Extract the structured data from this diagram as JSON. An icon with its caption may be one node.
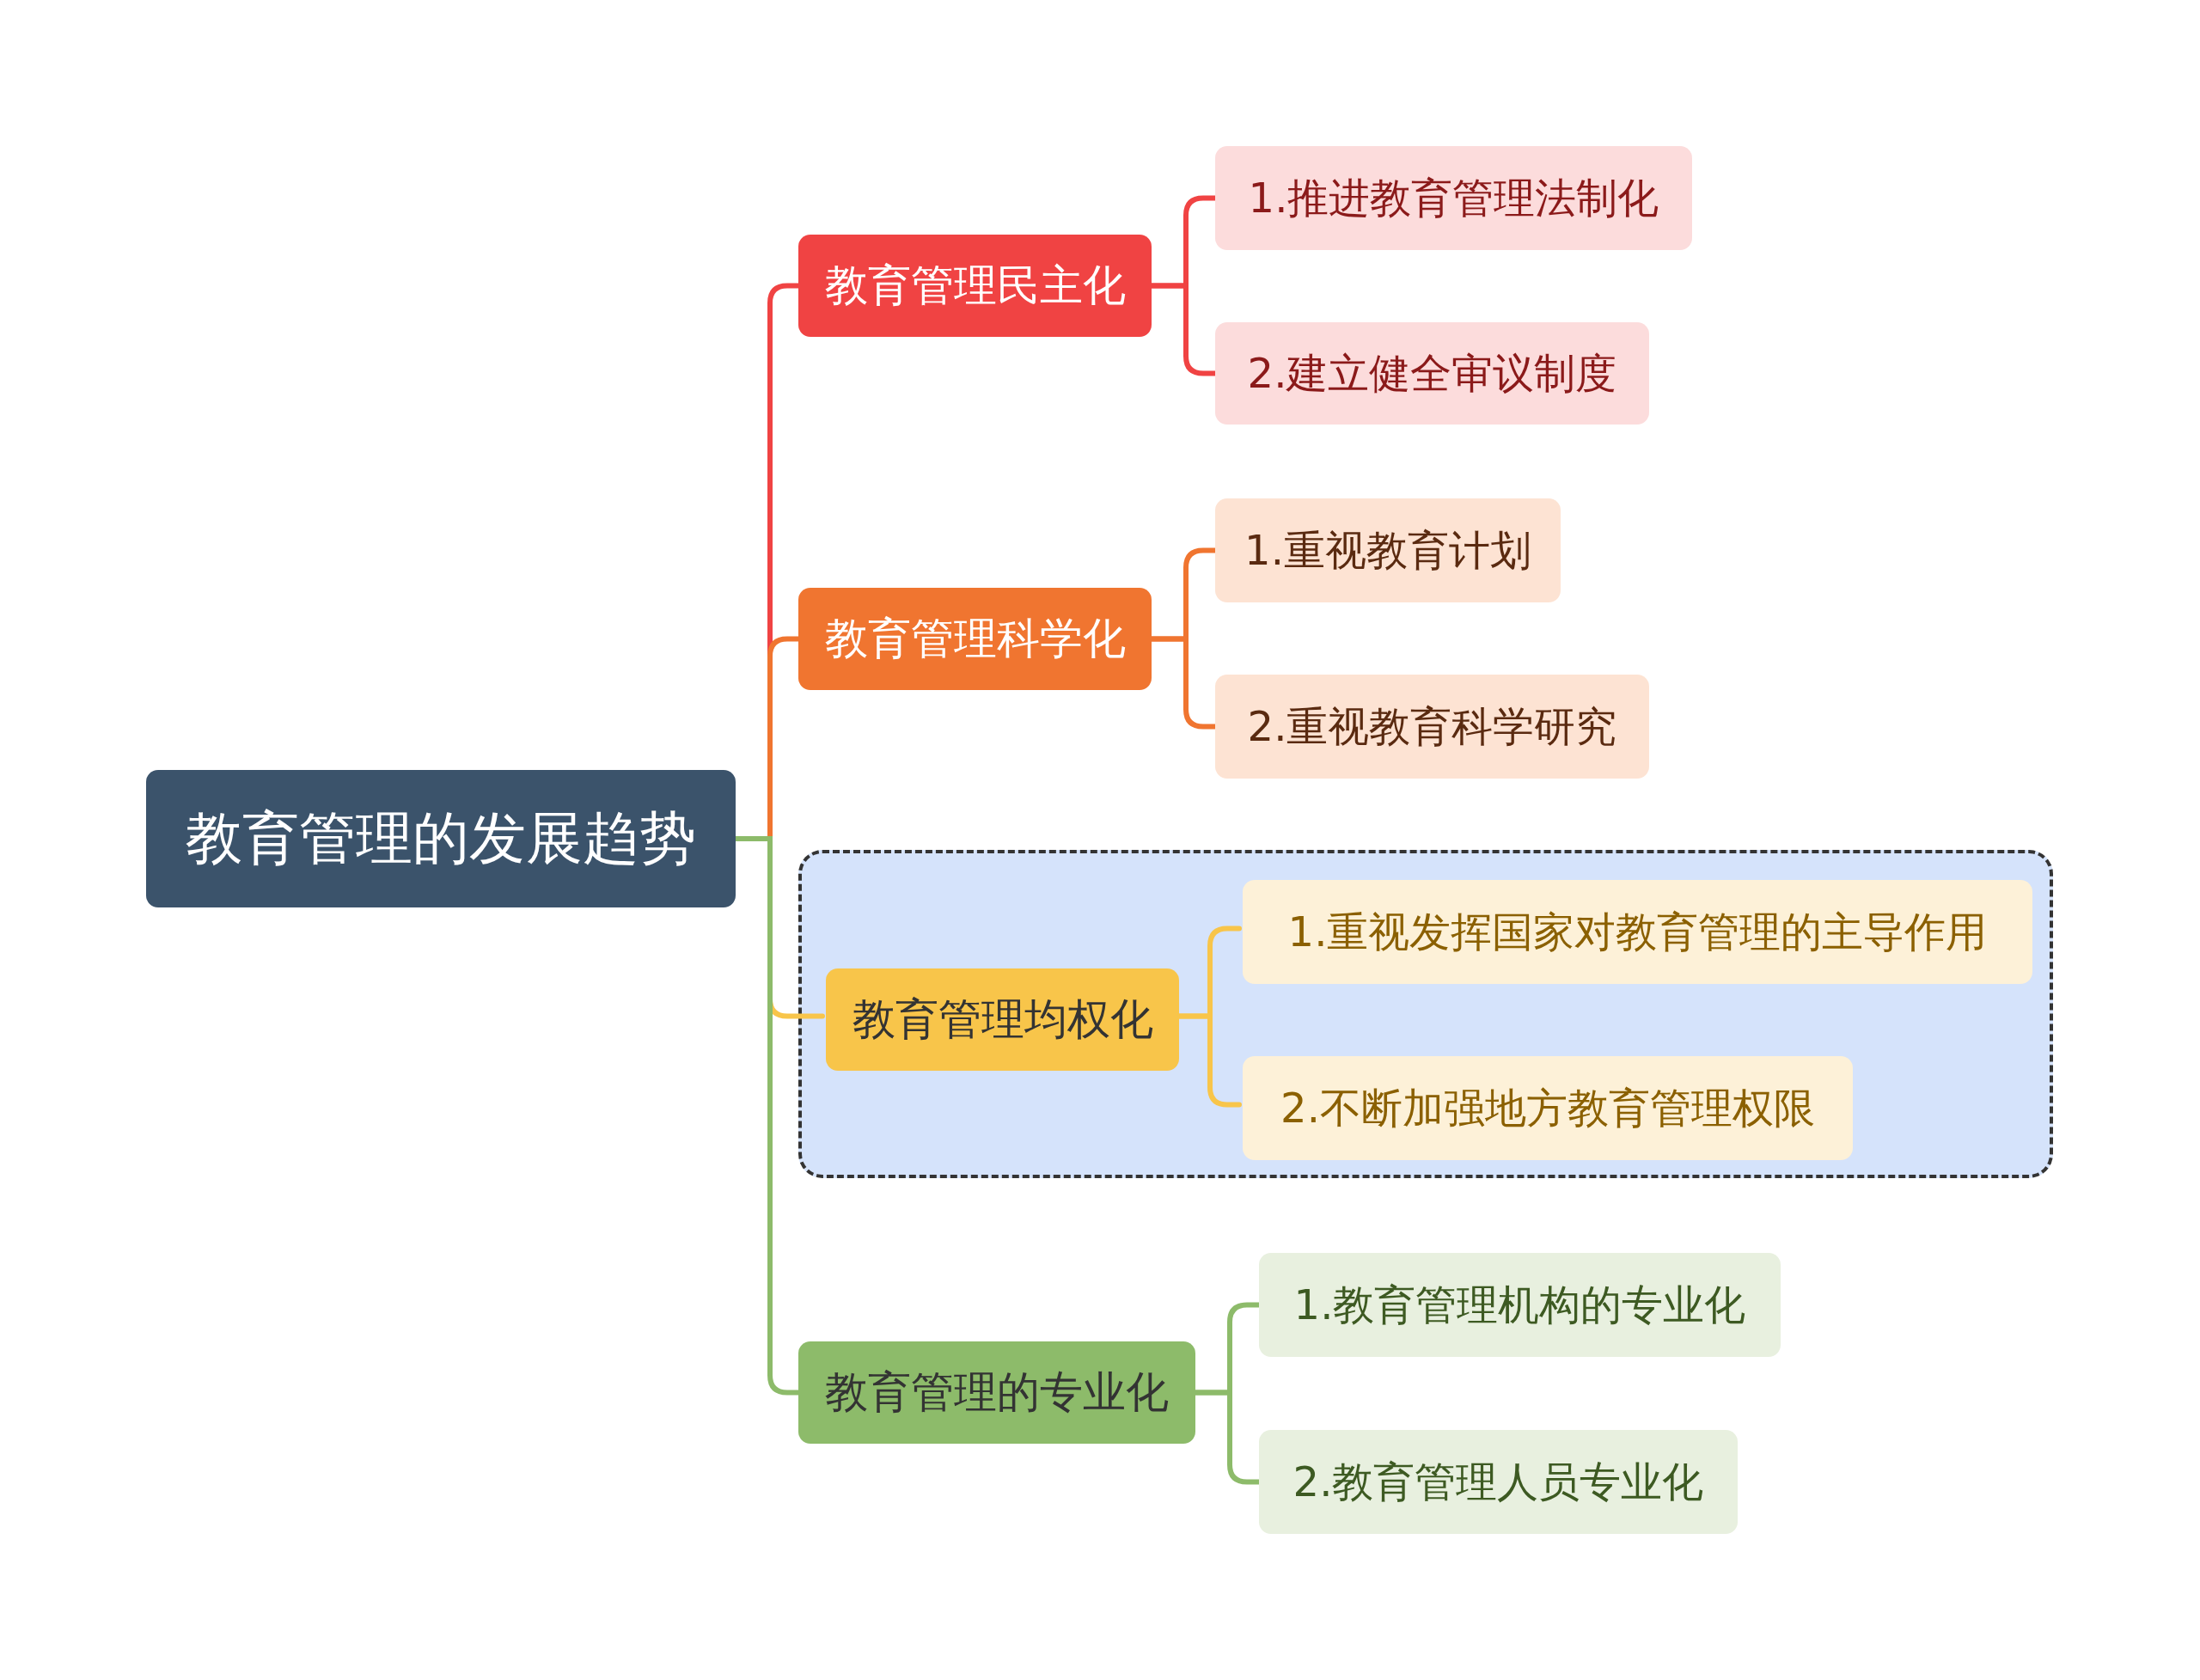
{
  "diagram": {
    "nodes": [
      {
        "text": [
          "教育管理的发展趋势"
        ]
      },
      {
        "text": [
          "教育管理民主化"
        ]
      },
      {
        "text": [
          "1.推进教育管理法制化"
        ]
      },
      {
        "text": [
          "2.建立健全审议制度"
        ]
      },
      {
        "text": [
          "教育管理科学化"
        ]
      },
      {
        "text": [
          "1.重视教育计划"
        ]
      },
      {
        "text": [
          "2.重视教育科学研究"
        ]
      },
      {
        "text": [],
        "shape": "box"
      },
      {
        "text": [
          "教育管理均权化"
        ],
        "in": 7
      },
      {
        "text": [
          "1.重视发挥国家对教育管理的主导作用"
        ],
        "in": 7
      },
      {
        "text": [
          "2.不断加强地方教育管理权限"
        ],
        "in": 7
      },
      {
        "text": [
          "教育管理的专业化"
        ]
      },
      {
        "text": [
          "1.教育管理机构的专业化"
        ]
      },
      {
        "text": [
          "2.教育管理人员专业化"
        ]
      }
    ],
    "edges": [
      {
        "from": 0,
        "to": 1,
        "arrow": "none",
        "color": "#f04343"
      },
      {
        "from": 0,
        "to": 4,
        "arrow": "none",
        "color": "#f07530"
      },
      {
        "from": 0,
        "to": 8,
        "arrow": "none",
        "color": "#f8c54a"
      },
      {
        "from": 0,
        "to": 11,
        "arrow": "none",
        "color": "#8dbb6a"
      },
      {
        "from": 1,
        "to": 2,
        "arrow": "none",
        "color": "#f04343"
      },
      {
        "from": 1,
        "to": 3,
        "arrow": "none",
        "color": "#f04343"
      },
      {
        "from": 4,
        "to": 5,
        "arrow": "none",
        "color": "#f07530"
      },
      {
        "from": 4,
        "to": 6,
        "arrow": "none",
        "color": "#f07530"
      },
      {
        "from": 8,
        "to": 9,
        "arrow": "none",
        "color": "#f8c54a"
      },
      {
        "from": 8,
        "to": 10,
        "arrow": "none",
        "color": "#f8c54a"
      },
      {
        "from": 11,
        "to": 12,
        "arrow": "none",
        "color": "#8dbb6a"
      },
      {
        "from": 11,
        "to": 13,
        "arrow": "none",
        "color": "#8dbb6a"
      }
    ]
  }
}
